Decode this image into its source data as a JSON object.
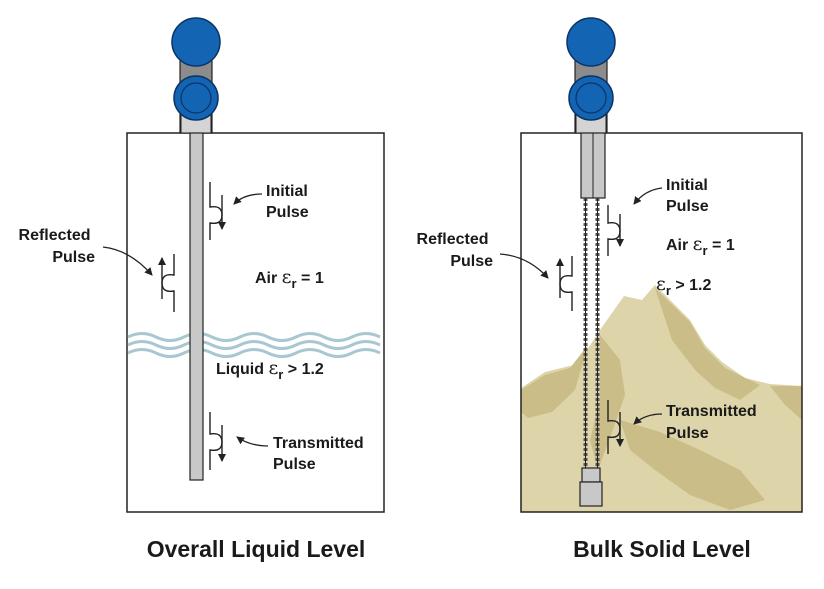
{
  "left_panel": {
    "caption": "Overall Liquid Level",
    "initial_pulse": [
      "Initial",
      "Pulse"
    ],
    "reflected_pulse": [
      "Reflected",
      "Pulse"
    ],
    "transmitted_pulse": [
      "Transmitted",
      "Pulse"
    ],
    "upper_medium": {
      "name": "Air ",
      "symbol": "ε",
      "sub": "r",
      "rest": " = 1"
    },
    "lower_medium": {
      "name": "Liquid ",
      "symbol": "ε",
      "sub": "r",
      "rest": " > 1.2"
    }
  },
  "right_panel": {
    "caption": "Bulk Solid Level",
    "initial_pulse": [
      "Initial",
      "Pulse"
    ],
    "reflected_pulse": [
      "Reflected",
      "Pulse"
    ],
    "transmitted_pulse": [
      "Transmitted",
      "Pulse"
    ],
    "upper_medium": {
      "name": "Air ",
      "symbol": "ε",
      "sub": "r",
      "rest": " = 1"
    },
    "lower_medium": {
      "name": "",
      "symbol": "ε",
      "sub": "r",
      "rest": " > 1.2"
    }
  },
  "colors": {
    "head_blue": "#1464b4",
    "housing_gray": "#8c8c8c",
    "probe_gray": "#c8c8c8",
    "liquid_wave": "#a9c7d1",
    "solid_light": "#ddd4a9",
    "solid_dark": "#c9bc86",
    "line": "#222222"
  }
}
